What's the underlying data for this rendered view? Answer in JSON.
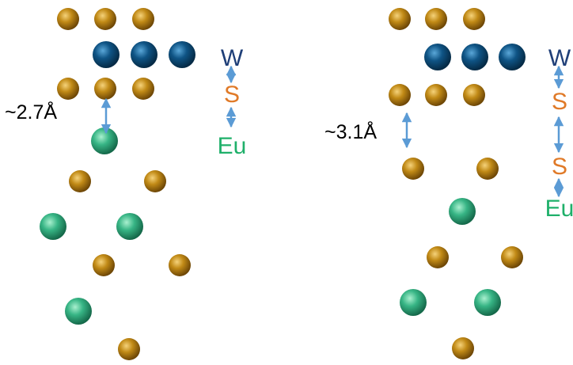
{
  "left_panel": {
    "distance_label": "~2.7Å",
    "legend": {
      "top": "W",
      "middle": "S",
      "bottom": "Eu"
    }
  },
  "right_panel": {
    "distance_label": "~3.1Å",
    "legend": {
      "top": "W",
      "middle": "S",
      "middle2": "S",
      "bottom": "Eu"
    }
  },
  "colors": {
    "W": "#0f4f7f",
    "S": "#b07a10",
    "Eu": "#2fae7e",
    "arrow": "#5b9bd5",
    "label_W": "#1f3f78",
    "label_S": "#e07a28",
    "label_Eu": "#1fb06a",
    "text": "#000000"
  }
}
